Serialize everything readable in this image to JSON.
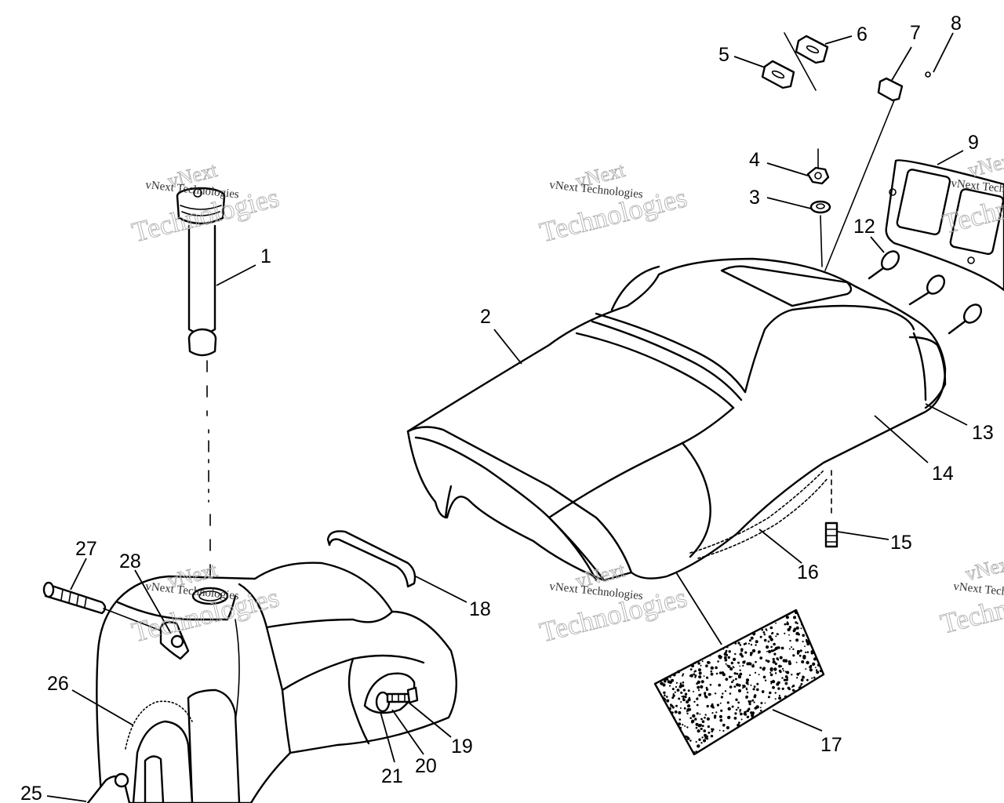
{
  "watermark": {
    "brand": "vNext",
    "line1": "vNext Technologies",
    "line2": "Technologies"
  },
  "callouts": [
    {
      "id": "1",
      "label": "1"
    },
    {
      "id": "2",
      "label": "2"
    },
    {
      "id": "3",
      "label": "3"
    },
    {
      "id": "4",
      "label": "4"
    },
    {
      "id": "5",
      "label": "5"
    },
    {
      "id": "6",
      "label": "6"
    },
    {
      "id": "7",
      "label": "7"
    },
    {
      "id": "8",
      "label": "8"
    },
    {
      "id": "9",
      "label": "9"
    },
    {
      "id": "12",
      "label": "12"
    },
    {
      "id": "13",
      "label": "13"
    },
    {
      "id": "14",
      "label": "14"
    },
    {
      "id": "15",
      "label": "15"
    },
    {
      "id": "16",
      "label": "16"
    },
    {
      "id": "17",
      "label": "17"
    },
    {
      "id": "18",
      "label": "18"
    },
    {
      "id": "19",
      "label": "19"
    },
    {
      "id": "20",
      "label": "20"
    },
    {
      "id": "21",
      "label": "21"
    },
    {
      "id": "25",
      "label": "25"
    },
    {
      "id": "26",
      "label": "26"
    },
    {
      "id": "27",
      "label": "27"
    },
    {
      "id": "28",
      "label": "28"
    }
  ]
}
